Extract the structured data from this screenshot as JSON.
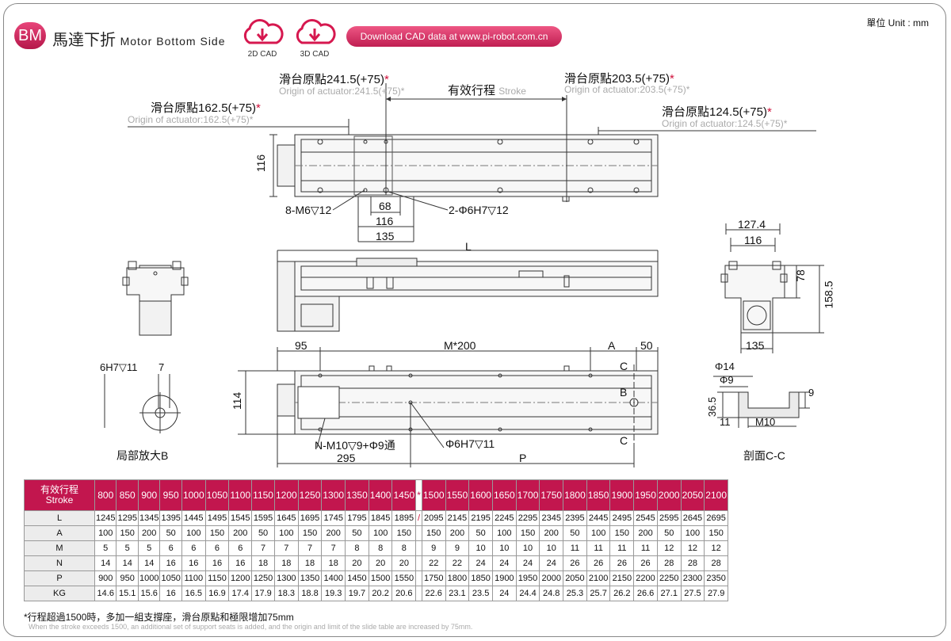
{
  "header": {
    "badge": "BM",
    "title_cn": "馬達下折",
    "title_en": "Motor Bottom Side",
    "cad_2d": "2D CAD",
    "cad_3d": "3D CAD",
    "download": "Download CAD data at www.pi-robot.com.cn",
    "unit": "單位 Unit : mm"
  },
  "top_view": {
    "origin_2415_cn": "滑台原點241.5(+75)",
    "origin_2415_en": "Origin of actuator:241.5(+75)*",
    "stroke_cn": "有效行程",
    "stroke_en": "Stroke",
    "origin_2035_cn": "滑台原點203.5(+75)",
    "origin_2035_en": "Origin of actuator:203.5(+75)*",
    "origin_1625_cn": "滑台原點162.5(+75)",
    "origin_1625_en": "Origin of actuator:162.5(+75)*",
    "origin_1245_cn": "滑台原點124.5(+75)",
    "origin_1245_en": "Origin of actuator:124.5(+75)*",
    "star": "*",
    "dim_116": "116",
    "dim_68": "68",
    "dim_116b": "116",
    "dim_135": "135",
    "m6": "8-M6▽12",
    "phi6": "2-Φ6H7▽12"
  },
  "side_view": {
    "dim_L": "L"
  },
  "end_view": {
    "dim_1274": "127.4",
    "dim_116": "116",
    "dim_78": "78",
    "dim_1585": "158.5",
    "dim_135": "135"
  },
  "bottom_view": {
    "dim_95": "95",
    "dim_M200": "M*200",
    "dim_A": "A",
    "dim_50": "50",
    "dim_114": "114",
    "label_C1": "C",
    "label_B": "B",
    "label_C2": "C",
    "n_hole": "N-M10▽9+Φ9通",
    "phi6": "Φ6H7▽11",
    "dim_295": "295",
    "dim_P": "P"
  },
  "detail_b": {
    "hole": "6H7▽11",
    "dim_7": "7",
    "caption": "局部放大B"
  },
  "section_cc": {
    "phi14": "Φ14",
    "phi9": "Φ9",
    "dim_9": "9",
    "dim_365": "36.5",
    "dim_11": "11",
    "m10": "M10",
    "caption": "剖面C-C"
  },
  "table": {
    "header_cn": "有效行程",
    "header_en": "Stroke",
    "strokes_a": [
      "800",
      "850",
      "900",
      "950",
      "1000",
      "1050",
      "1100",
      "1150",
      "1200",
      "1250",
      "1300",
      "1350",
      "1400",
      "1450"
    ],
    "star": "*",
    "strokes_b": [
      "1500",
      "1550",
      "1600",
      "1650",
      "1700",
      "1750",
      "1800",
      "1850",
      "1900",
      "1950",
      "2000",
      "2050",
      "2100"
    ],
    "rows": [
      {
        "label": "L",
        "a": [
          "1245",
          "1295",
          "1345",
          "1395",
          "1445",
          "1495",
          "1545",
          "1595",
          "1645",
          "1695",
          "1745",
          "1795",
          "1845",
          "1895"
        ],
        "mid": "/",
        "b": [
          "2095",
          "2145",
          "2195",
          "2245",
          "2295",
          "2345",
          "2395",
          "2445",
          "2495",
          "2545",
          "2595",
          "2645",
          "2695"
        ]
      },
      {
        "label": "A",
        "a": [
          "100",
          "150",
          "200",
          "50",
          "100",
          "150",
          "200",
          "50",
          "100",
          "150",
          "200",
          "50",
          "100",
          "150"
        ],
        "mid": "",
        "b": [
          "150",
          "200",
          "50",
          "100",
          "150",
          "200",
          "50",
          "100",
          "150",
          "200",
          "50",
          "100",
          "150"
        ]
      },
      {
        "label": "M",
        "a": [
          "5",
          "5",
          "5",
          "6",
          "6",
          "6",
          "6",
          "7",
          "7",
          "7",
          "7",
          "8",
          "8",
          "8"
        ],
        "mid": "",
        "b": [
          "9",
          "9",
          "10",
          "10",
          "10",
          "10",
          "11",
          "11",
          "11",
          "11",
          "12",
          "12",
          "12"
        ]
      },
      {
        "label": "N",
        "a": [
          "14",
          "14",
          "14",
          "16",
          "16",
          "16",
          "16",
          "18",
          "18",
          "18",
          "18",
          "20",
          "20",
          "20"
        ],
        "mid": "",
        "b": [
          "22",
          "22",
          "24",
          "24",
          "24",
          "24",
          "26",
          "26",
          "26",
          "26",
          "28",
          "28",
          "28"
        ]
      },
      {
        "label": "P",
        "a": [
          "900",
          "950",
          "1000",
          "1050",
          "1100",
          "1150",
          "1200",
          "1250",
          "1300",
          "1350",
          "1400",
          "1450",
          "1500",
          "1550"
        ],
        "mid": "",
        "b": [
          "1750",
          "1800",
          "1850",
          "1900",
          "1950",
          "2000",
          "2050",
          "2100",
          "2150",
          "2200",
          "2250",
          "2300",
          "2350"
        ]
      },
      {
        "label": "KG",
        "a": [
          "14.6",
          "15.1",
          "15.6",
          "16",
          "16.5",
          "16.9",
          "17.4",
          "17.9",
          "18.3",
          "18.8",
          "19.3",
          "19.7",
          "20.2",
          "20.6"
        ],
        "mid": "",
        "b": [
          "22.6",
          "23.1",
          "23.5",
          "24",
          "24.4",
          "24.8",
          "25.3",
          "25.7",
          "26.2",
          "26.6",
          "27.1",
          "27.5",
          "27.9"
        ]
      }
    ]
  },
  "notes": {
    "cn": "*行程超過1500時，多加一組支撐座，滑台原點和極限增加75mm",
    "en": "When the stroke exceeds 1500, an additional set of support seats is added, and the origin and limit of the slide table are increased by 75mm."
  },
  "colors": {
    "brand": "#c2164e",
    "note_star": "#d0103a",
    "line": "#333333"
  }
}
